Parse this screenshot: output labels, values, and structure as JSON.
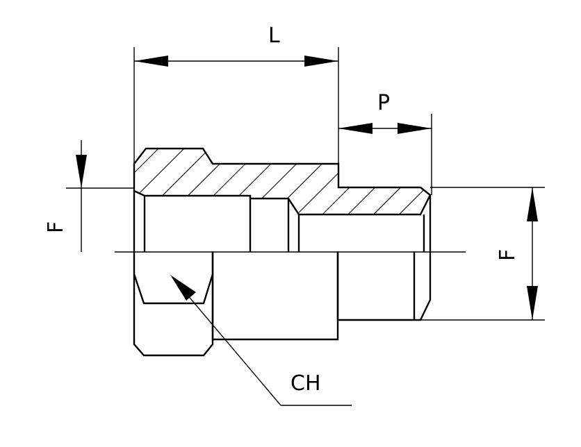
{
  "labels": {
    "length": "L",
    "thread_length": "P",
    "thread_left": "F",
    "thread_right": "F",
    "hex_size": "CH"
  },
  "colors": {
    "line": "#000000",
    "background": "#ffffff"
  }
}
